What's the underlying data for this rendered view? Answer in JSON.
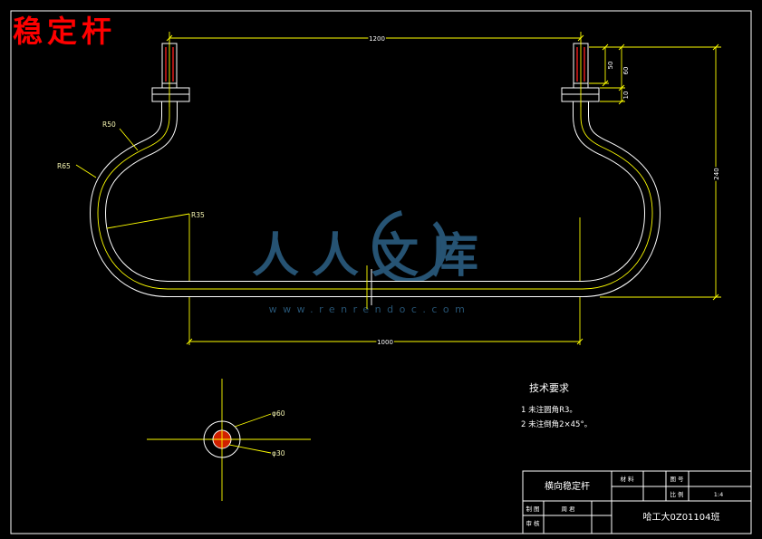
{
  "drawing": {
    "title": "稳定杆"
  },
  "dimensions": {
    "top_span": "1200",
    "right_50": "50",
    "right_60": "60",
    "right_10": "10",
    "right_span": "240",
    "bottom_span": "1000"
  },
  "radii": {
    "upper_bend": "R50",
    "outer_bend": "R65",
    "inner_bend": "R35"
  },
  "section": {
    "outer_diameter": "φ60",
    "inner_diameter": "φ30"
  },
  "tech_requirements": {
    "heading": "技术要求",
    "items": [
      "1 未注圆角R3。",
      "2 未注倒角2×45°。"
    ]
  },
  "title_block": {
    "part_name": "横向稳定杆",
    "material_label": "材 料",
    "drawing_no_label": "图 号",
    "scale_label": "比 例",
    "scale_value": "1:4",
    "drawn_label": "制 图",
    "drawn_name": "周 君",
    "review_label": "审 核",
    "organization": "哈工大0Z01104班"
  },
  "watermark": {
    "brand": "人人文库",
    "url": "www.renrendoc.com"
  },
  "colors": {
    "background": "#000000",
    "geometry": "#ffffff",
    "dimension": "#ffff00",
    "title": "#ff0000",
    "thread": "#ff2020",
    "section_fill": "#d02000",
    "watermark": "#2b5d80"
  }
}
